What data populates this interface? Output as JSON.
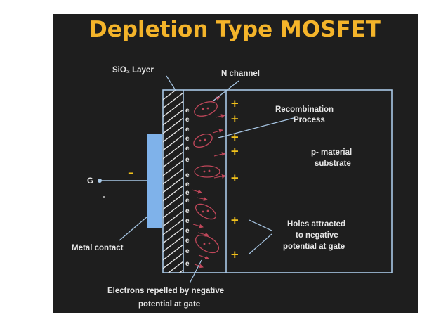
{
  "title": "Depletion Type MOSFET",
  "labels": {
    "sio2_layer": "SiO₂ Layer",
    "n_channel": "N channel",
    "recombination_line1": "Recombination",
    "recombination_line2": "Process",
    "p_material_line1": "p- material",
    "p_material_line2": "substrate",
    "gate": "G",
    "gate_polarity": "–",
    "holes_line1": "Holes attracted",
    "holes_line2": "to negative",
    "holes_line3": "potential at gate",
    "metal_contact": "Metal contact",
    "electrons_line1": "Electrons repelled by negative",
    "electrons_line2": "potential at gate"
  },
  "electron_symbol": "e",
  "hole_symbol": "+",
  "colors": {
    "title": "#f4b42a",
    "background": "#1e1e1e",
    "outline": "#a9c8e6",
    "metal_contact": "#7fb2ea",
    "electron_marker": "#c0475a",
    "hole": "#f2c21b",
    "label": "#e6e6e6"
  }
}
